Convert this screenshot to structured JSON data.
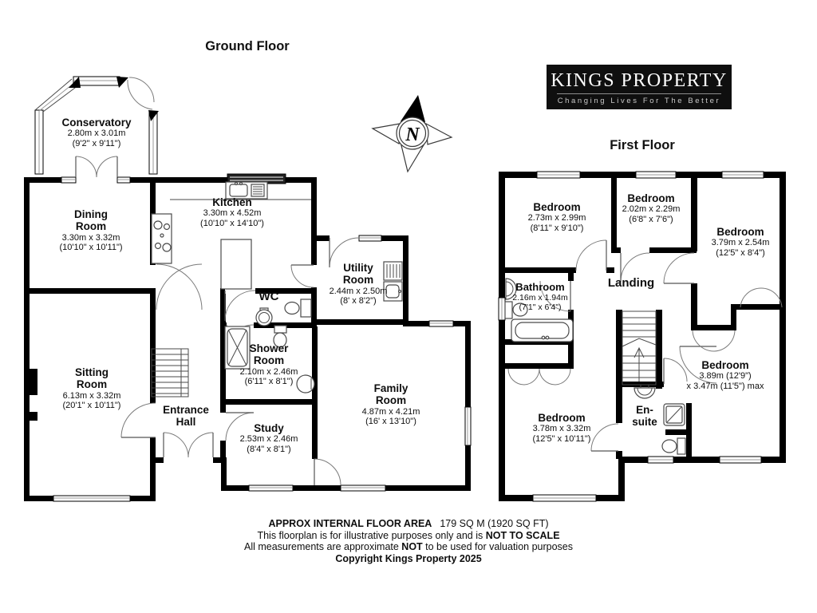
{
  "ground_floor": {
    "title": "Ground Floor",
    "rooms": {
      "conservatory": {
        "name": "Conservatory",
        "metric": "2.80m x 3.01m",
        "imperial": "(9'2\" x 9'11\")"
      },
      "dining": {
        "name": "Dining Room",
        "metric": "3.30m x 3.32m",
        "imperial": "(10'10\" x 10'11\")"
      },
      "kitchen": {
        "name": "Kitchen",
        "metric": "3.30m x 4.52m",
        "imperial": "(10'10\" x 14'10\")"
      },
      "utility": {
        "name": "Utility Room",
        "metric": "2.44m x 2.50m",
        "imperial": "(8' x 8'2\")"
      },
      "wc": {
        "name": "WC"
      },
      "shower": {
        "name": "Shower Room",
        "metric": "2.10m x 2.46m",
        "imperial": "(6'11\" x 8'1\")"
      },
      "sitting": {
        "name": "Sitting Room",
        "metric": "6.13m x 3.32m",
        "imperial": "(20'1\" x 10'11\")"
      },
      "entrance": {
        "name": "Entrance Hall"
      },
      "study": {
        "name": "Study",
        "metric": "2.53m x 2.46m",
        "imperial": "(8'4\" x 8'1\")"
      },
      "family": {
        "name": "Family Room",
        "metric": "4.87m x 4.21m",
        "imperial": "(16' x 13'10\")"
      }
    }
  },
  "first_floor": {
    "title": "First Floor",
    "rooms": {
      "bedroom_1": {
        "name": "Bedroom",
        "metric": "2.73m x 2.99m",
        "imperial": "(8'11\" x 9'10\")"
      },
      "bedroom_2": {
        "name": "Bedroom",
        "metric": "2.02m x 2.29m",
        "imperial": "(6'8\" x 7'6\")"
      },
      "bedroom_3": {
        "name": "Bedroom",
        "metric": "3.79m x 2.54m",
        "imperial": "(12'5\" x 8'4\")"
      },
      "bathroom": {
        "name": "Bathroom",
        "metric": "2.16m x 1.94m",
        "imperial": "(7'1\" x 6'4\")"
      },
      "landing": {
        "name": "Landing"
      },
      "bedroom_4": {
        "name": "Bedroom",
        "metric": "3.89m (12'9\")",
        "imperial": "x 3.47m (11'5\") max"
      },
      "ensuite": {
        "name": "En-suite"
      },
      "bedroom_5": {
        "name": "Bedroom",
        "metric": "3.78m x 3.32m",
        "imperial": "(12'5\" x 10'11\")"
      }
    }
  },
  "logo": {
    "title": "KINGS PROPERTY",
    "tagline": "Changing Lives For The Better"
  },
  "compass": {
    "letter": "N"
  },
  "footer": {
    "line1_bold": "APPROX INTERNAL FLOOR AREA",
    "line1_rest": "179 SQ M (1920 SQ FT)",
    "line2_pre": "This floorplan is for illustrative purposes only and is ",
    "line2_bold": "NOT TO SCALE",
    "line3_pre": "All measurements are approximate ",
    "line3_bold": "NOT",
    "line3_post": " to be used for valuation purposes",
    "line4": "Copyright Kings Property 2025"
  },
  "colors": {
    "wall": "#000000",
    "logo_bg": "#0f0f0f",
    "logo_tagline": "#c9c9c9"
  },
  "icons": {
    "compass-north-icon": "four-point star with N",
    "sink-icon": "basin half-circle",
    "toilet-icon": "cistern and bowl",
    "bath-icon": "rounded tub",
    "shower-icon": "square tray with diagonal",
    "hob-icon": "four burner circles",
    "stairs-icon": "treaded flight"
  }
}
